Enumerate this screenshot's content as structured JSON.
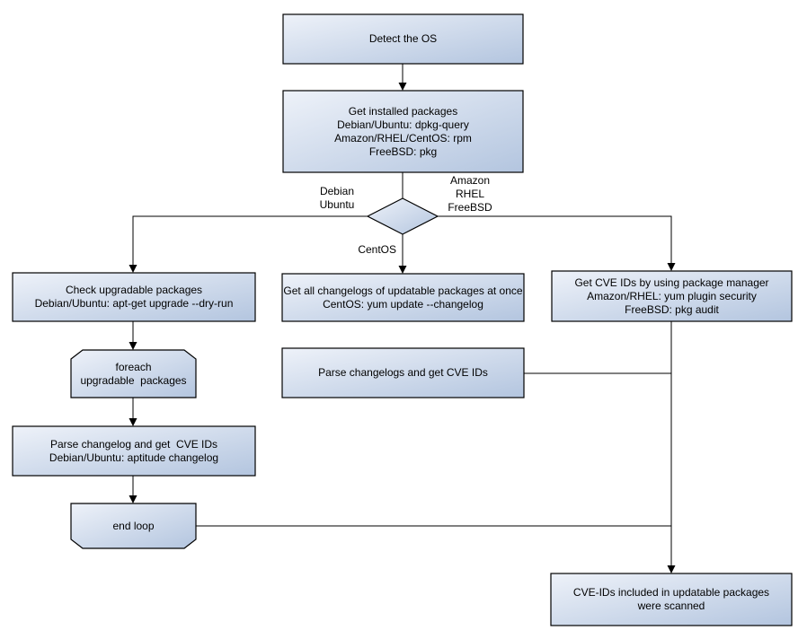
{
  "diagram": {
    "colors": {
      "background": "#ffffff",
      "node_fill_light": "#eef2f9",
      "node_fill_dark": "#b3c5df",
      "border": "#000000",
      "line": "#000000",
      "text": "#000000"
    },
    "nodes": {
      "detect_os": {
        "label": "Detect the OS"
      },
      "get_installed_packages": {
        "label": "Get installed packages\nDebian/Ubuntu: dpkg-query\nAmazon/RHEL/CentOS: rpm\nFreeBSD: pkg"
      },
      "check_upgradable": {
        "label": "Check upgradable packages\nDebian/Ubuntu: apt-get upgrade --dry-run"
      },
      "foreach_loop_start": {
        "label": "foreach\nupgradable  packages"
      },
      "parse_changelog_debian": {
        "label": "Parse changelog and get  CVE IDs\nDebian/Ubuntu: aptitude changelog"
      },
      "end_loop": {
        "label": "end loop"
      },
      "get_all_changelogs": {
        "label": "Get all changelogs of updatable packages at once\nCentOS: yum update --changelog"
      },
      "parse_changelogs": {
        "label": "Parse changelogs and get CVE IDs"
      },
      "get_cve_ids_pkg_manager": {
        "label": "Get CVE IDs by using package manager\nAmazon/RHEL: yum plugin security\nFreeBSD: pkg audit"
      },
      "scan_result": {
        "label": "CVE-IDs included in updatable packages\nwere scanned"
      }
    },
    "edge_labels": {
      "left_branch": "Debian\nUbuntu",
      "right_branch": "Amazon\nRHEL\nFreeBSD",
      "down_branch": "CentOS"
    }
  }
}
